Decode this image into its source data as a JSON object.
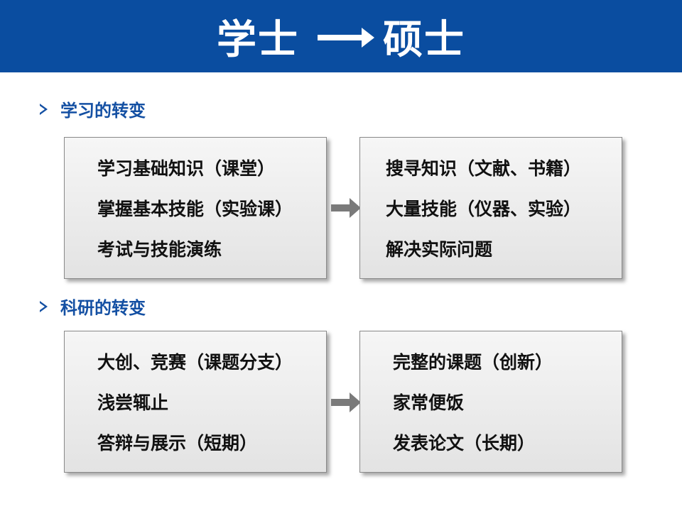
{
  "header": {
    "left": "学士",
    "right": "硕士"
  },
  "sections": [
    {
      "title": "学习的转变",
      "left_items": [
        "学习基础知识（课堂）",
        "掌握基本技能（实验课）",
        "考试与技能演练"
      ],
      "right_items": [
        "搜寻知识（文献、书籍）",
        "大量技能（仪器、实验）",
        "解决实际问题"
      ]
    },
    {
      "title": "科研的转变",
      "left_items": [
        "大创、竞赛（课题分支）",
        "浅尝辄止",
        "答辩与展示（短期）"
      ],
      "right_items": [
        "完整的课题（创新）",
        "家常便饭",
        "发表论文（长期）"
      ]
    }
  ],
  "colors": {
    "header_bg": "#0a4da0",
    "section_title": "#1450a3",
    "arrow_gray": "#7a7a7a"
  }
}
